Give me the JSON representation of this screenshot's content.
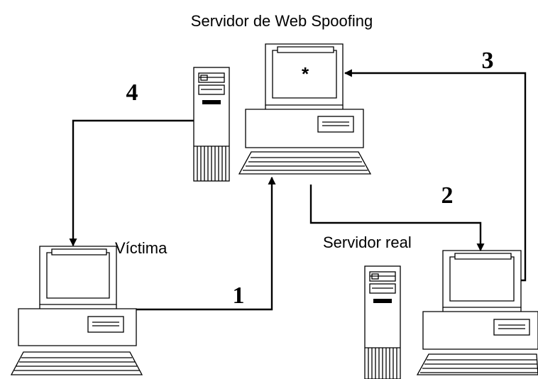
{
  "labels": {
    "attacker_server": "Servidor de Web Spoofing",
    "victim": "Víctima",
    "real_server": "Servidor real",
    "screen_marker": "*"
  },
  "steps": {
    "step1": "1",
    "step2": "2",
    "step3": "3",
    "step4": "4"
  },
  "icons": [
    "desktop-computer-icon",
    "tower-server-icon"
  ],
  "colors": {
    "line": "#000000",
    "background": "#ffffff"
  }
}
